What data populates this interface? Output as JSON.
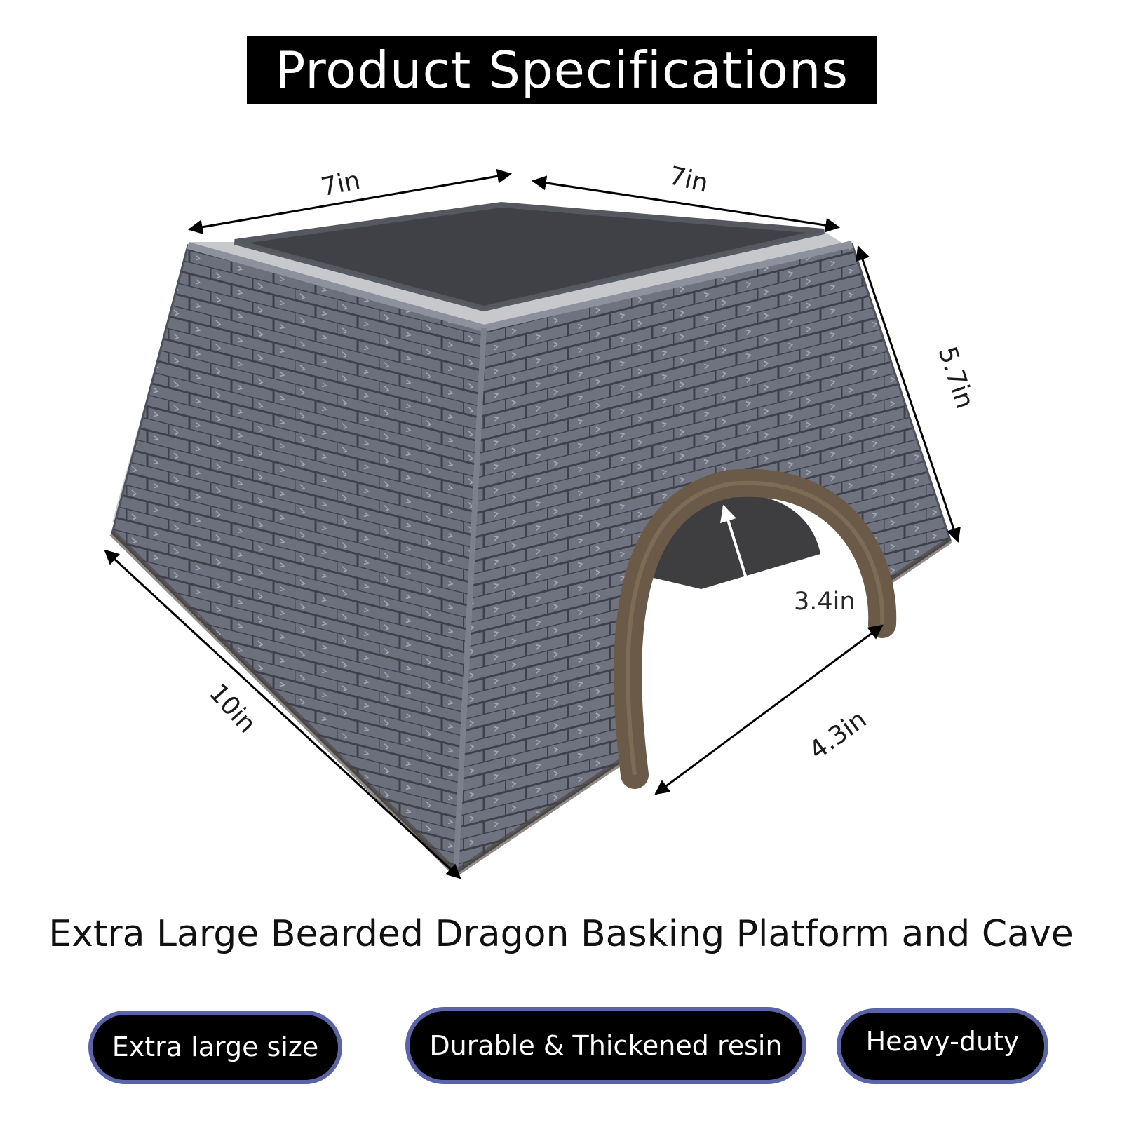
{
  "header": {
    "title": "Product Specifications"
  },
  "dimensions": {
    "top_left": "7in",
    "top_right": "7in",
    "right_height": "5.7in",
    "left_length": "10in",
    "bottom_width": "4.3in",
    "arch_height": "3.4in"
  },
  "subtitle": "Extra Large Bearded Dragon Basking Platform and Cave",
  "features": [
    "Extra large size",
    "Durable & Thickened resin",
    "Heavy-duty"
  ],
  "colors": {
    "stone": "#6b6f7c",
    "stone_dark": "#4e525d",
    "top_slate": "#3f4146",
    "arch": "#6a5a47",
    "pill_border": "#5b64a8"
  }
}
